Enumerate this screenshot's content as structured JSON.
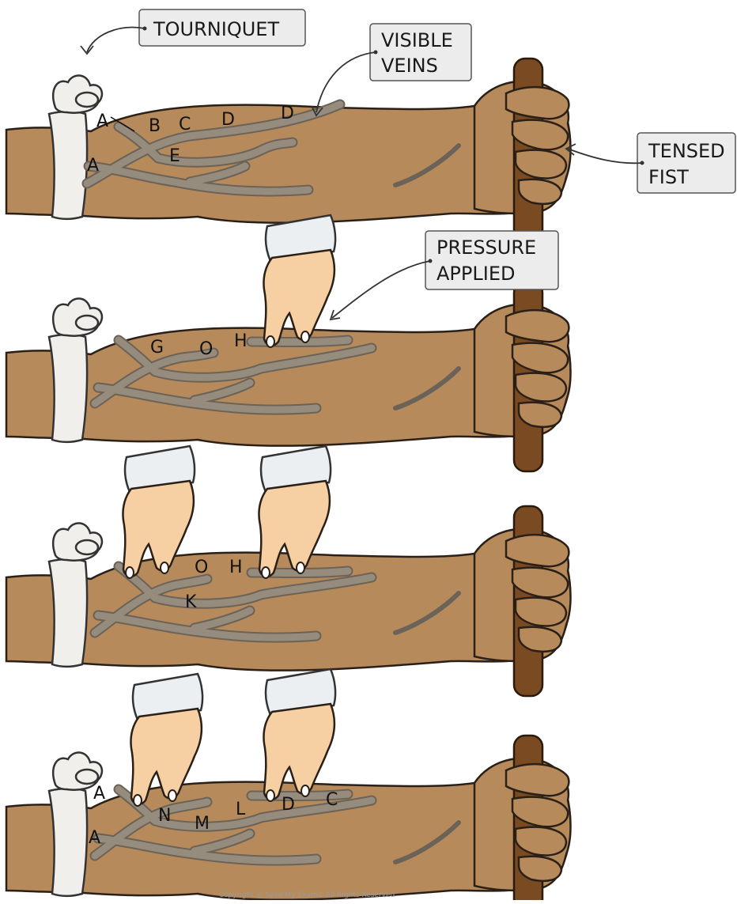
{
  "callouts": {
    "tourniquet": "TOURNIQUET",
    "visible_veins_line1": "VISIBLE",
    "visible_veins_line2": "VEINS",
    "tensed_fist_line1": "TENSED",
    "tensed_fist_line2": "FIST",
    "pressure_applied_line1": "PRESSURE",
    "pressure_applied_line2": "APPLIED"
  },
  "panel1_labels": {
    "a_upper": "A",
    "b": "B",
    "c": "C",
    "d1": "D",
    "d2": "D",
    "a_lower": "A",
    "e": "E"
  },
  "panel2_labels": {
    "g": "G",
    "o": "O",
    "h": "H"
  },
  "panel3_labels": {
    "o": "O",
    "h": "H",
    "k": "K"
  },
  "panel4_labels": {
    "a_upper": "A",
    "n": "N",
    "m": "M",
    "l": "L",
    "d": "D",
    "c": "C",
    "a_lower": "A"
  },
  "footer": {
    "copyright": "Copyright © Save My Exams. All Rights Reserved"
  },
  "colors": {
    "skin": "#b78a5b",
    "vein": "#968c7d",
    "bandage": "#f0efec",
    "handle": "#7a4a22",
    "helper_hand": "#f6cfa2",
    "cuff": "#eceff2",
    "callout_fill": "#ececec"
  }
}
